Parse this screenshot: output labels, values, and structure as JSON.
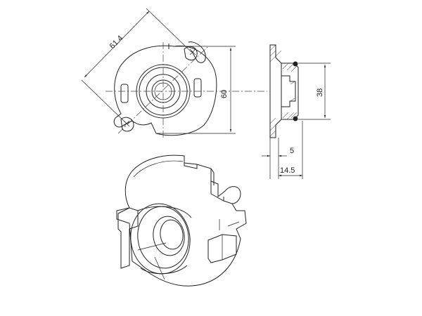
{
  "dimensions": {
    "diagonal": "61.4",
    "height_front": "60",
    "height_side": "38",
    "depth_small": "5",
    "depth_total": "14.5"
  }
}
